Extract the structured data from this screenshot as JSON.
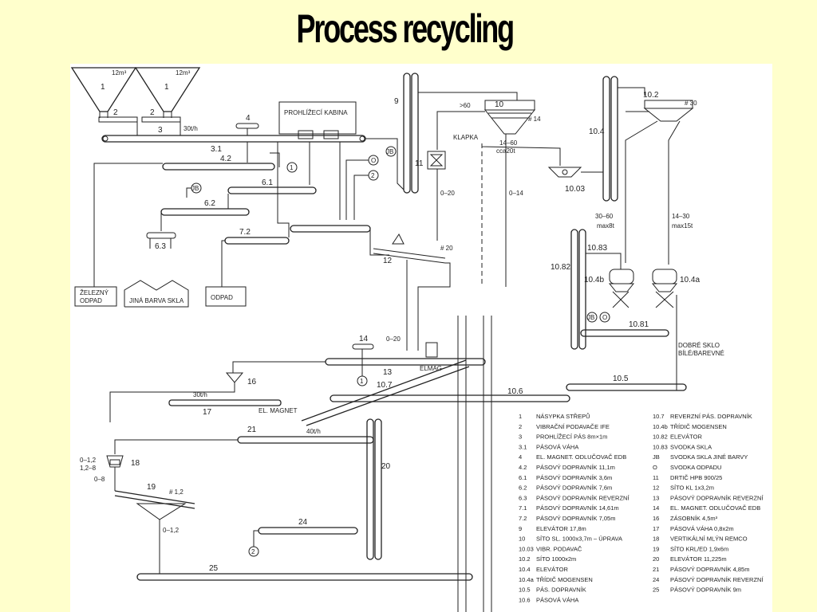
{
  "title": "Process recycling",
  "labels": {
    "n1a": "1",
    "n1b": "1",
    "v1a": "12m³",
    "v1b": "12m³",
    "n2a": "2",
    "n2b": "2",
    "n3": "3",
    "r3": "30t/h",
    "n31": "3.1",
    "n4": "4",
    "n42": "4.2",
    "kabina": "PROHLÍŽECÍ KABINA",
    "n61": "6.1",
    "n62": "6.2",
    "n63": "6.3",
    "n72": "7.2",
    "n9": "9",
    "n10": "10",
    "s60": ">60",
    "s14": "# 14",
    "klapka": "KLAPKA",
    "r1460": "14–60",
    "cca": "cca20t",
    "n11": "11",
    "r020a": "0–20",
    "r014": "0–14",
    "n1003": "10.03",
    "n102": "10.2",
    "s30": "# 30",
    "n104": "10.4",
    "r3060": "30–60",
    "max8": "max8t",
    "r1430": "14–30",
    "max15": "max15t",
    "n1083": "10.83",
    "n1082": "10.82",
    "n104b": "10.4b",
    "n104a": "10.4a",
    "n1081": "10.81",
    "jb": "JB",
    "o": "O",
    "dobre": "DOBRÉ SKLO",
    "bile": "BÍLÉ/BAREVNÉ",
    "n12": "12",
    "s20": "# 20",
    "r020b": "0–20",
    "zelezny1": "ŽELEZNÝ",
    "zelezny2": "ODPAD",
    "jina": "JINÁ BARVA SKLA",
    "odpad": "ODPAD",
    "n14": "14",
    "n13": "13",
    "elmag": "ELMAG",
    "n16": "16",
    "n107": "10.7",
    "n106": "10.6",
    "n105": "10.5",
    "r30b": "30t/h",
    "n17": "17",
    "elmag2": "EL. MAGNET",
    "n21": "21",
    "r40": "40t/h",
    "n20": "20",
    "n18": "18",
    "r012": "0–1,2",
    "r128": "1,2–8",
    "r08": "0–8",
    "n19": "19",
    "s12": "# 1,2",
    "r012b": "0–1,2",
    "n24": "24",
    "n25": "25",
    "c1a": "1",
    "c1b": "1",
    "c2a": "2",
    "c2b": "2",
    "c2c": "2",
    "cOa": "O",
    "cJBa": "JB",
    "cJBb": "JB",
    "cJBc": "JB"
  },
  "legend_left": [
    [
      "1",
      "NÁSYPKA STŘEPŮ"
    ],
    [
      "2",
      "VIBRAČNÍ PODAVAČE IFE"
    ],
    [
      "3",
      "PROHLÍŽECÍ PÁS 8m×1m"
    ],
    [
      "3.1",
      "PÁSOVÁ VÁHA"
    ],
    [
      "4",
      "EL. MAGNET. ODLUČOVAČ EDB"
    ],
    [
      "4.2",
      "PÁSOVÝ DOPRAVNÍK 11,1m"
    ],
    [
      "6.1",
      "PÁSOVÝ DOPRAVNÍK 3,6m"
    ],
    [
      "6.2",
      "PÁSOVÝ DOPRAVNÍK 7,6m"
    ],
    [
      "6.3",
      "PÁSOVÝ DOPRAVNÍK REVERZNÍ"
    ],
    [
      "7.1",
      "PÁSOVÝ DOPRAVNÍK 14,61m"
    ],
    [
      "7.2",
      "PÁSOVÝ DOPRAVNÍK 7,05m"
    ],
    [
      "9",
      "ELEVÁTOR 17,8m"
    ],
    [
      "10",
      "SÍTO SL. 1000x3,7m – ÚPRAVA"
    ],
    [
      "10.03",
      "VIBR. PODAVAČ"
    ],
    [
      "10.2",
      "SÍTO 1000x2m"
    ],
    [
      "10.4",
      "ELEVÁTOR"
    ],
    [
      "10.4a",
      "TŘÍDIČ MOGENSEN"
    ],
    [
      "10.5",
      "PÁS. DOPRAVNÍK"
    ],
    [
      "10.6",
      "PÁSOVÁ VÁHA"
    ]
  ],
  "legend_right": [
    [
      "10.7",
      "REVERZNÍ PÁS. DOPRAVNÍK"
    ],
    [
      "10.4b",
      "TŘÍDIČ MOGENSEN"
    ],
    [
      "10.82",
      "ELEVÁTOR"
    ],
    [
      "10.83",
      "SVODKA SKLA"
    ],
    [
      "JB",
      "SVODKA SKLA JINÉ BARVY"
    ],
    [
      "O",
      "SVODKA ODPADU"
    ],
    [
      "11",
      "DRTIČ HPB 900/25"
    ],
    [
      "12",
      "SÍTO KL 1x3,2m"
    ],
    [
      "13",
      "PÁSOVÝ DOPRAVNÍK REVERZNÍ"
    ],
    [
      "14",
      "EL. MAGNET. ODLUČOVAČ EDB"
    ],
    [
      "16",
      "ZÁSOBNÍK 4,5m³"
    ],
    [
      "17",
      "PÁSOVÁ VÁHA 0,8x2m"
    ],
    [
      "18",
      "VERTIKÁLNÍ MLÝN REMCO"
    ],
    [
      "19",
      "SÍTO KRL/ED 1,9x6m"
    ],
    [
      "20",
      "ELEVÁTOR 11,225m"
    ],
    [
      "21",
      "PÁSOVÝ DOPRAVNÍK 4,85m"
    ],
    [
      "24",
      "PÁSOVÝ DOPRAVNÍK REVERZNÍ"
    ],
    [
      "25",
      "PÁSOVÝ DOPRAVNÍK 9m"
    ]
  ]
}
